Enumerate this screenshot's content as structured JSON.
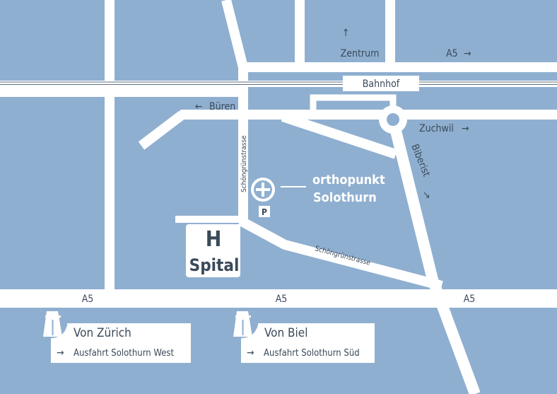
{
  "map": {
    "background_color": "#8fafd0",
    "road_color": "#ffffff",
    "label_color": "#3a4a5a",
    "labels": {
      "zentrum": "Zentrum",
      "a5_top": "A5",
      "bahnhof": "Bahnhof",
      "bueren": "Büren",
      "zuchwil": "Zuchwil",
      "biberist": "Biberist",
      "schoengruen_vertical": "Schöngrünstrasse",
      "schoengruen_diag": "Schöngrünstrasse",
      "a5_left": "A5",
      "a5_mid": "A5",
      "a5_right": "A5"
    },
    "arrows": {
      "up": "↑",
      "right": "→",
      "left": "←",
      "down_right": "↘"
    },
    "poi": {
      "name_line1": "orthopunkt",
      "name_line2": "Solothurn",
      "icon": "plus-circle-icon",
      "parking": "P"
    },
    "hospital": {
      "symbol": "H",
      "label": "Spital"
    },
    "exits": [
      {
        "title": "Von Zürich",
        "arrow": "→",
        "text": "Ausfahrt Solothurn West",
        "icon": "motorway-icon"
      },
      {
        "title": "Von Biel",
        "arrow": "→",
        "text": "Ausfahrt Solothurn Süd",
        "icon": "motorway-icon"
      }
    ]
  }
}
